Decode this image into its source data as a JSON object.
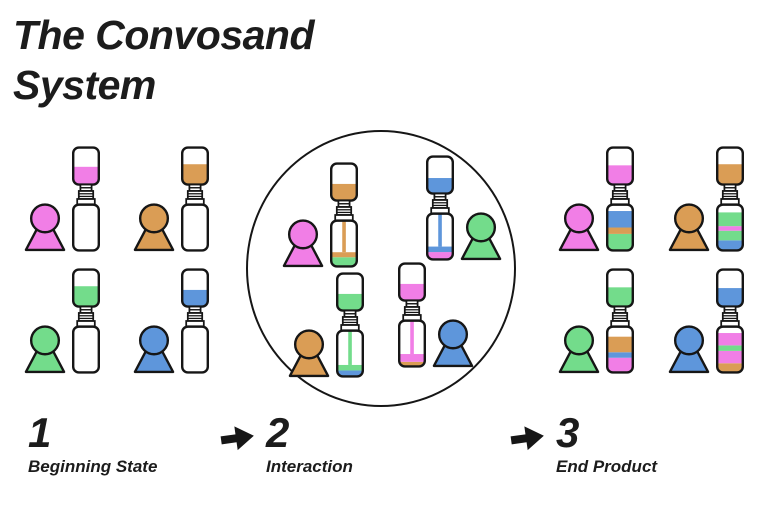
{
  "title": "The Convosand System",
  "arrow_icon": "right-arrow",
  "colors": {
    "pink": "#F17EE6",
    "orange": "#DA9D55",
    "green": "#73DC8B",
    "blue": "#5E96DB",
    "ink": "#161616"
  },
  "stages": [
    {
      "number": "1",
      "label": "Beginning State"
    },
    {
      "number": "2",
      "label": "Interaction"
    },
    {
      "number": "3",
      "label": "End Product"
    }
  ],
  "beginning": {
    "pairs": [
      {
        "person": "pink",
        "jar": {
          "top": {
            "color": "pink",
            "fill": 0.48
          },
          "layers": [],
          "stream": null
        }
      },
      {
        "person": "orange",
        "jar": {
          "top": {
            "color": "orange",
            "fill": 0.55
          },
          "layers": [],
          "stream": null
        }
      },
      {
        "person": "green",
        "jar": {
          "top": {
            "color": "green",
            "fill": 0.55
          },
          "layers": [],
          "stream": null
        }
      },
      {
        "person": "blue",
        "jar": {
          "top": {
            "color": "blue",
            "fill": 0.45
          },
          "layers": [],
          "stream": null
        }
      }
    ]
  },
  "interaction": {
    "pairs": [
      {
        "person": "pink",
        "jar": {
          "top": {
            "color": "orange",
            "fill": 0.45
          },
          "layers": [
            {
              "color": "green",
              "frac": 0.2
            },
            {
              "color": "orange",
              "frac": 0.11
            }
          ],
          "stream": "orange"
        }
      },
      {
        "person": "green",
        "jar": {
          "top": {
            "color": "blue",
            "fill": 0.42
          },
          "layers": [
            {
              "color": "pink",
              "frac": 0.16
            },
            {
              "color": "blue",
              "frac": 0.12
            }
          ],
          "stream": "blue"
        }
      },
      {
        "person": "orange",
        "jar": {
          "top": {
            "color": "green",
            "fill": 0.45
          },
          "layers": [
            {
              "color": "blue",
              "frac": 0.13
            },
            {
              "color": "green",
              "frac": 0.12
            }
          ],
          "stream": "green"
        }
      },
      {
        "person": "blue",
        "jar": {
          "top": {
            "color": "pink",
            "fill": 0.45
          },
          "layers": [
            {
              "color": "orange",
              "frac": 0.1
            },
            {
              "color": "pink",
              "frac": 0.17
            }
          ],
          "stream": "pink"
        }
      }
    ]
  },
  "end": {
    "pairs": [
      {
        "person": "pink",
        "jar": {
          "top": {
            "color": "pink",
            "fill": 0.52
          },
          "layers": [
            {
              "color": "green",
              "frac": 0.36
            },
            {
              "color": "orange",
              "frac": 0.14
            },
            {
              "color": "blue",
              "frac": 0.36
            }
          ],
          "stream": null
        }
      },
      {
        "person": "orange",
        "jar": {
          "top": {
            "color": "orange",
            "fill": 0.55
          },
          "layers": [
            {
              "color": "blue",
              "frac": 0.22
            },
            {
              "color": "green",
              "frac": 0.21
            },
            {
              "color": "pink",
              "frac": 0.1
            },
            {
              "color": "green",
              "frac": 0.3
            }
          ],
          "stream": null
        }
      },
      {
        "person": "green",
        "jar": {
          "top": {
            "color": "green",
            "fill": 0.52
          },
          "layers": [
            {
              "color": "pink",
              "frac": 0.32
            },
            {
              "color": "blue",
              "frac": 0.12
            },
            {
              "color": "orange",
              "frac": 0.34
            }
          ],
          "stream": null
        }
      },
      {
        "person": "blue",
        "jar": {
          "top": {
            "color": "blue",
            "fill": 0.5
          },
          "layers": [
            {
              "color": "orange",
              "frac": 0.2
            },
            {
              "color": "pink",
              "frac": 0.27
            },
            {
              "color": "green",
              "frac": 0.12
            },
            {
              "color": "pink",
              "frac": 0.27
            }
          ],
          "stream": null
        }
      }
    ]
  }
}
